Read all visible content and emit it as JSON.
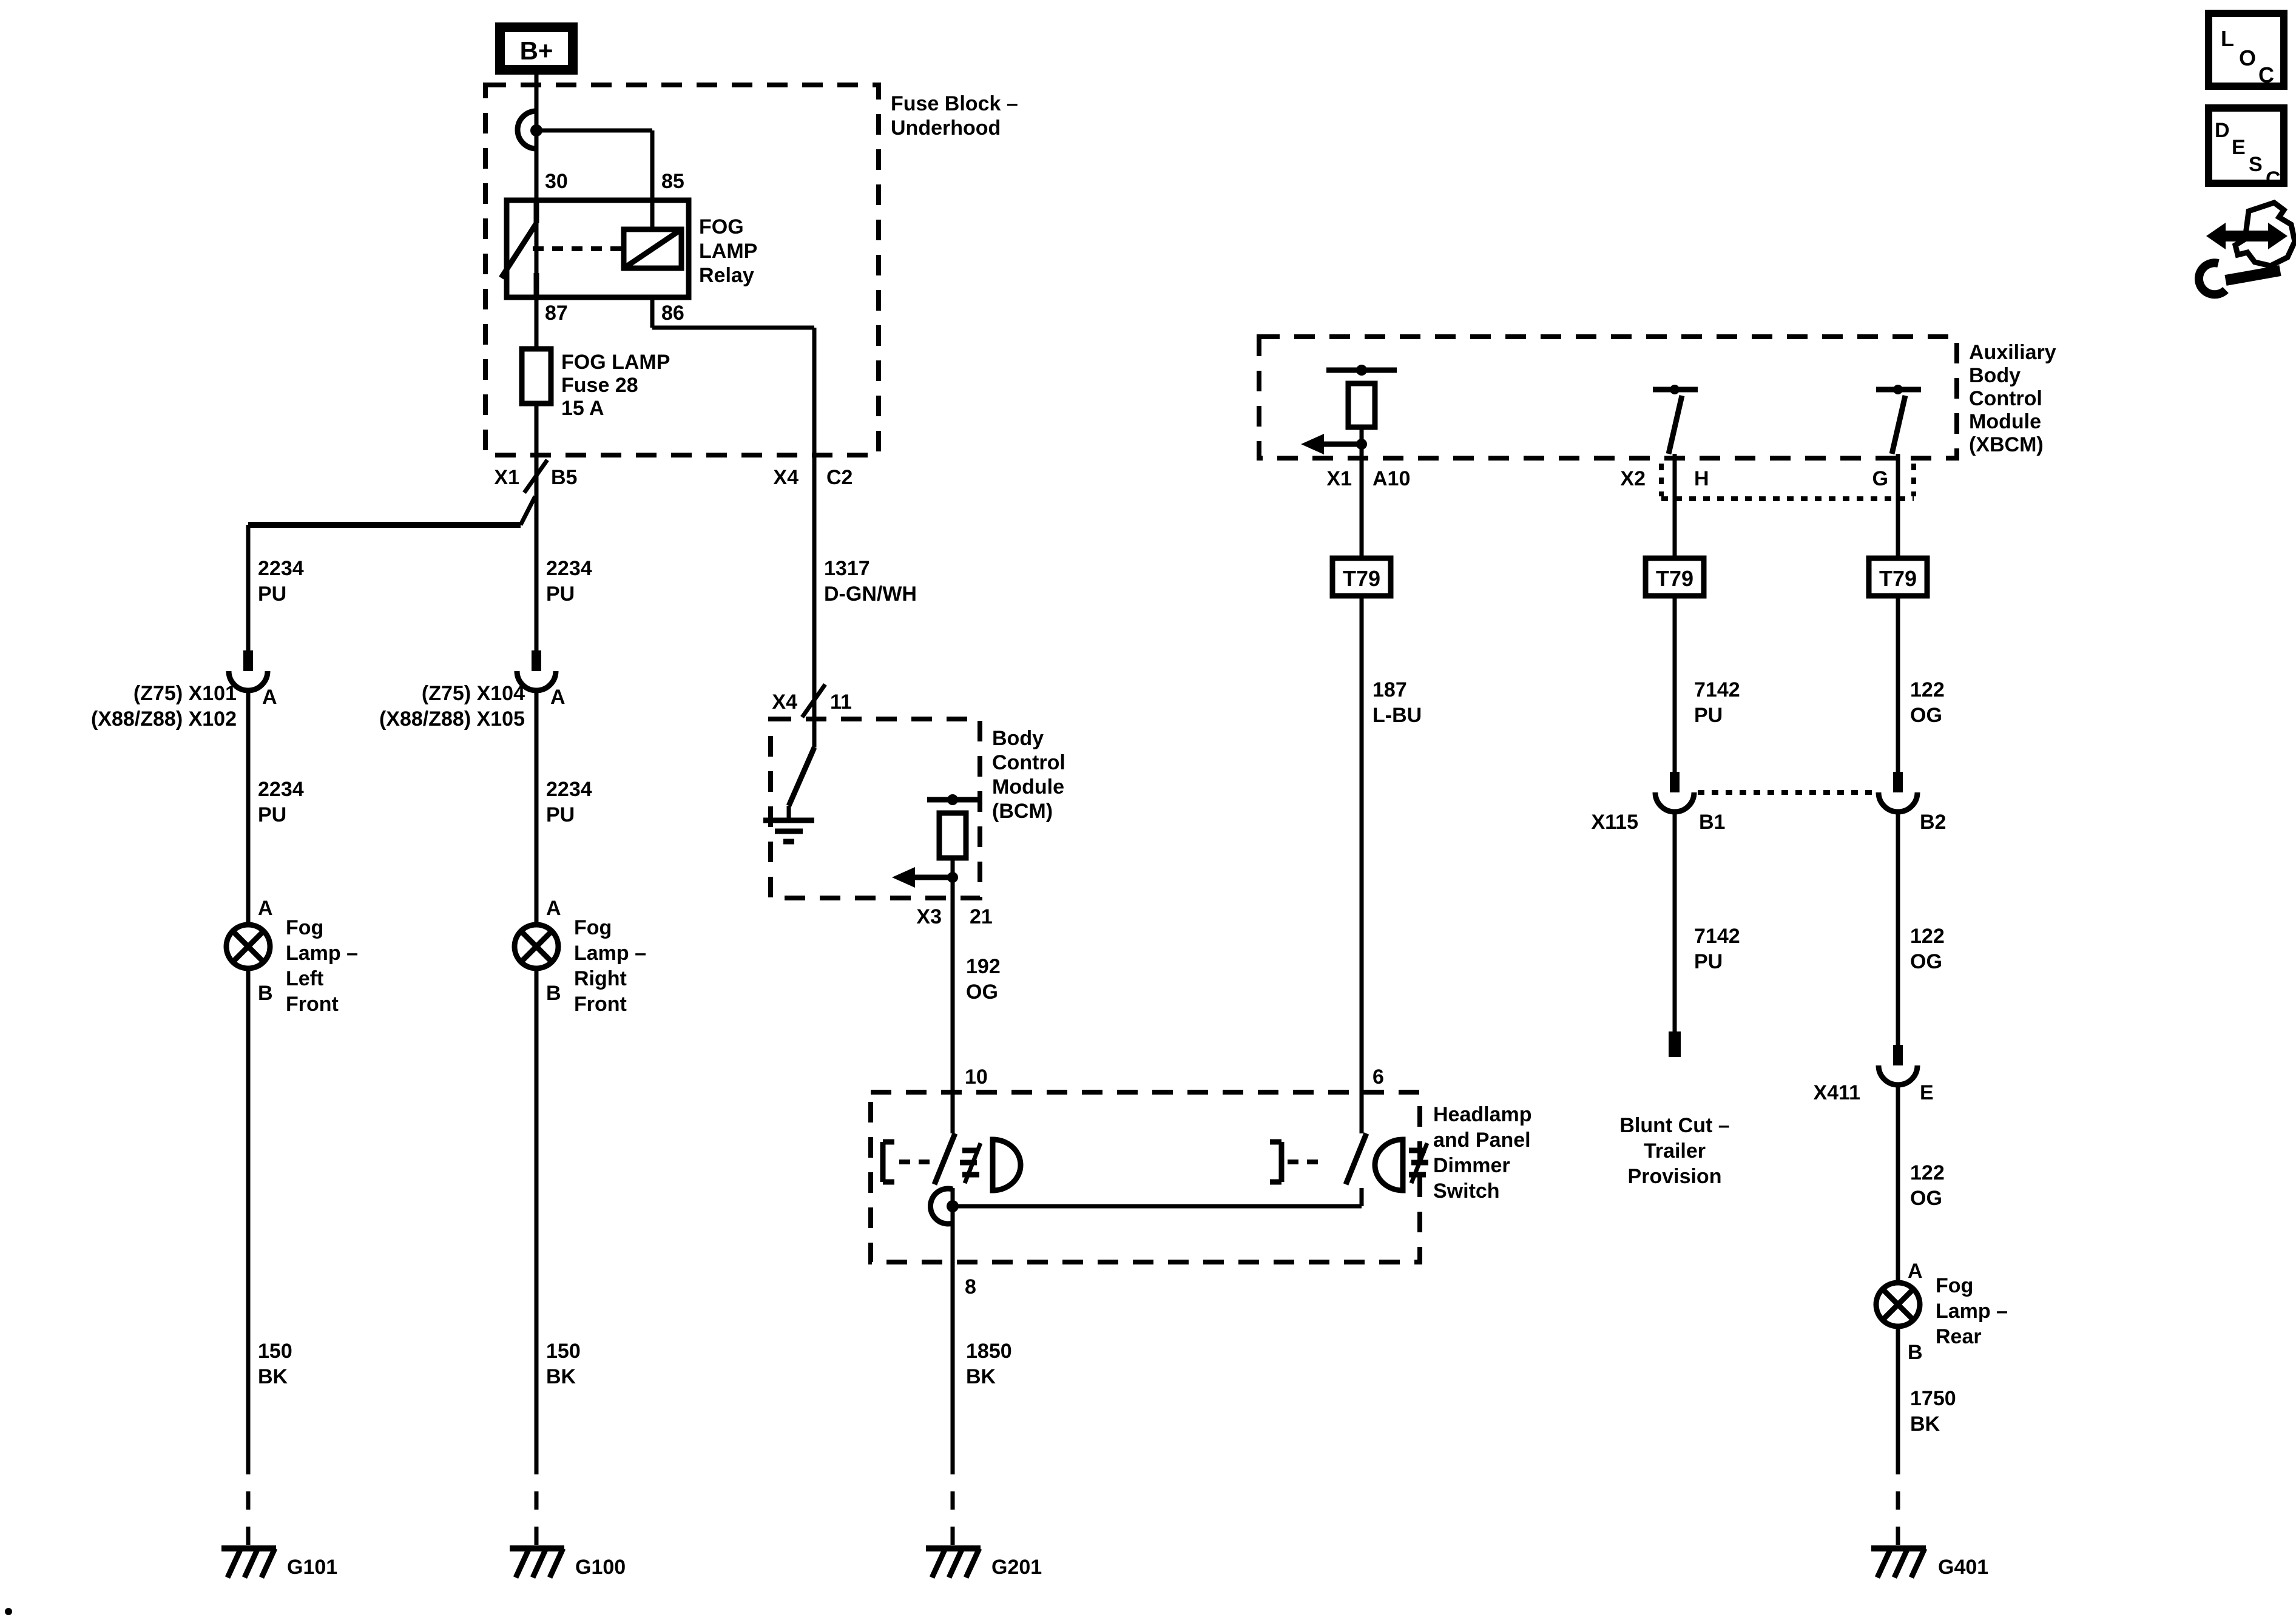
{
  "colors": {
    "ink": "#000000",
    "paper": "#ffffff"
  },
  "battery": {
    "label": "B+"
  },
  "fuse_block": {
    "title": [
      "Fuse Block –",
      "Underhood"
    ],
    "relay": {
      "title": [
        "FOG",
        "LAMP",
        "Relay"
      ],
      "pin_30": "30",
      "pin_85": "85",
      "pin_87": "87",
      "pin_86": "86"
    },
    "fuse": {
      "lines": [
        "FOG LAMP",
        "Fuse 28",
        "15 A"
      ]
    },
    "out_b5": {
      "conn": "X1",
      "pin": "B5"
    },
    "out_c2": {
      "conn": "X4",
      "pin": "C2"
    }
  },
  "wires": {
    "w2234_a1": {
      "circuit": "2234",
      "color": "PU"
    },
    "w2234_a2": {
      "circuit": "2234",
      "color": "PU"
    },
    "w2234_b1": {
      "circuit": "2234",
      "color": "PU"
    },
    "w2234_b2": {
      "circuit": "2234",
      "color": "PU"
    },
    "w1317": {
      "circuit": "1317",
      "color": "D-GN/WH"
    },
    "w192": {
      "circuit": "192",
      "color": "OG"
    },
    "w187": {
      "circuit": "187",
      "color": "L-BU"
    },
    "w7142_1": {
      "circuit": "7142",
      "color": "PU"
    },
    "w7142_2": {
      "circuit": "7142",
      "color": "PU"
    },
    "w122_1": {
      "circuit": "122",
      "color": "OG"
    },
    "w122_2": {
      "circuit": "122",
      "color": "OG"
    },
    "w122_3": {
      "circuit": "122",
      "color": "OG"
    },
    "w150_a": {
      "circuit": "150",
      "color": "BK"
    },
    "w150_b": {
      "circuit": "150",
      "color": "BK"
    },
    "w1850": {
      "circuit": "1850",
      "color": "BK"
    },
    "w1750": {
      "circuit": "1750",
      "color": "BK"
    }
  },
  "lamp_left": {
    "conn_row1": "(Z75) X101",
    "conn_row2": "(X88/Z88) X102",
    "conn_pin": "A",
    "pin_a": "A",
    "pin_b": "B",
    "title": [
      "Fog",
      "Lamp –",
      "Left",
      "Front"
    ]
  },
  "lamp_right": {
    "conn_row1": "(Z75) X104",
    "conn_row2": "(X88/Z88) X105",
    "conn_pin": "A",
    "pin_a": "A",
    "pin_b": "B",
    "title": [
      "Fog",
      "Lamp –",
      "Right",
      "Front"
    ]
  },
  "lamp_rear": {
    "conn": "X411",
    "conn_pin": "E",
    "pin_a": "A",
    "pin_b": "B",
    "title": [
      "Fog",
      "Lamp –",
      "Rear"
    ]
  },
  "bcm": {
    "title": [
      "Body",
      "Control",
      "Module",
      "(BCM)"
    ],
    "in_conn": "X4",
    "in_pin": "11",
    "out_conn": "X3",
    "out_pin": "21"
  },
  "xbcm": {
    "title": [
      "Auxiliary",
      "Body",
      "Control",
      "Module",
      "(XBCM)"
    ],
    "out_a10_conn": "X1",
    "out_a10_pin": "A10",
    "out_h_conn": "X2",
    "out_h_pin": "H",
    "out_g_pin": "G",
    "t79": "T79"
  },
  "dimmer": {
    "title": [
      "Headlamp",
      "and Panel",
      "Dimmer",
      "Switch"
    ],
    "pin_10": "10",
    "pin_6": "6",
    "pin_8": "8"
  },
  "splice": {
    "name": "X115",
    "pin_b1": "B1",
    "pin_b2": "B2"
  },
  "blunt": {
    "title": [
      "Blunt Cut –",
      "Trailer",
      "Provision"
    ]
  },
  "grounds": {
    "g101": "G101",
    "g100": "G100",
    "g201": "G201",
    "g401": "G401"
  },
  "tools": {
    "loc": [
      "L",
      "O",
      "C"
    ],
    "desc": [
      "D",
      "E",
      "S",
      "C"
    ]
  }
}
